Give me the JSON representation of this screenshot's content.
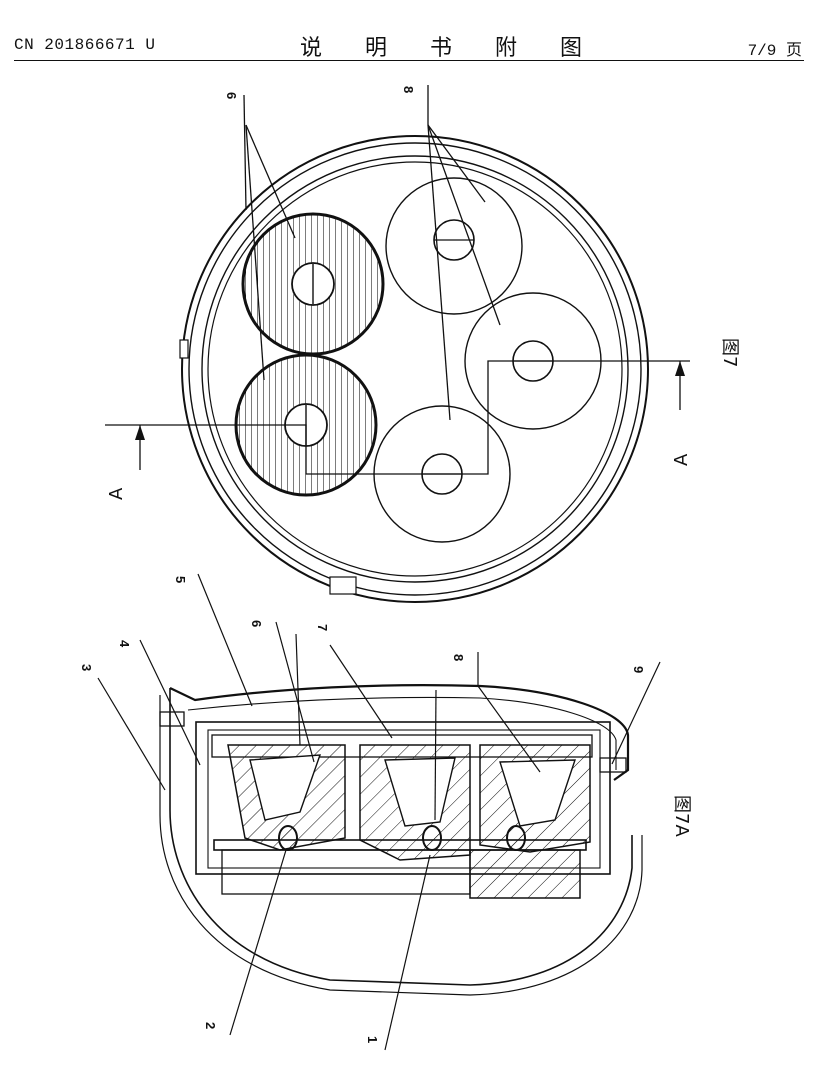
{
  "header": {
    "publication_number": "CN 201866671 U",
    "section_title": "说 明 书 附 图",
    "page_indicator": "7/9 页"
  },
  "figures": {
    "fig7": {
      "caption": "图7",
      "section_marker_left": "A",
      "section_marker_right": "A",
      "labels": {
        "l6": "6",
        "l8": "8"
      }
    },
    "fig7a": {
      "caption": "图7A",
      "labels": {
        "l1": "1",
        "l2": "2",
        "l3": "3",
        "l4": "4",
        "l5": "5",
        "l6": "6",
        "l7": "7",
        "l8": "8",
        "l9": "9"
      }
    }
  }
}
